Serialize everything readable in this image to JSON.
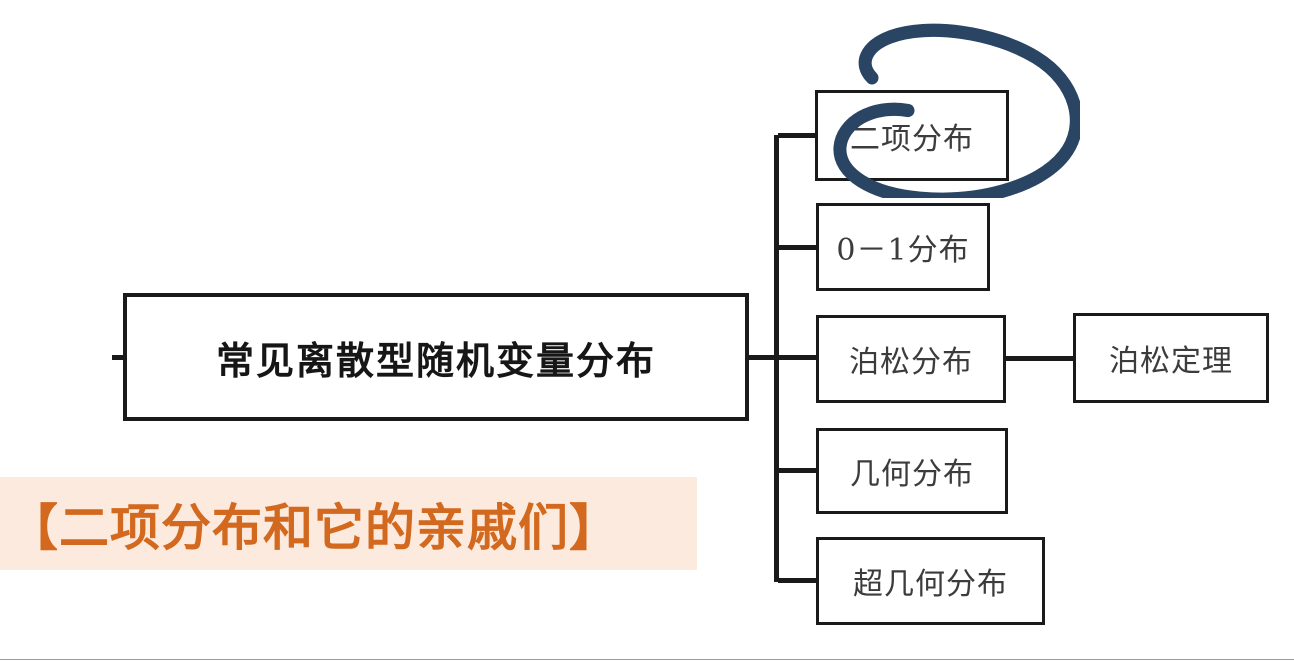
{
  "slide": {
    "background_color": "#ffffff",
    "bottom_rule_color": "#9a9a9a"
  },
  "diagram": {
    "type": "tree-mindmap",
    "root": {
      "label": "常见离散型随机变量分布"
    },
    "children": [
      {
        "label": "二项分布",
        "highlighted": true
      },
      {
        "label": "0－1分布",
        "highlighted": false
      },
      {
        "label": "泊松分布",
        "highlighted": false
      },
      {
        "label": "几何分布",
        "highlighted": false
      },
      {
        "label": "超几何分布",
        "highlighted": false
      }
    ],
    "sub_nodes": [
      {
        "label": "泊松定理",
        "parent": "泊松分布"
      }
    ],
    "box_border_color": "#1a1a1a",
    "box_text_color": "#3c3c3c",
    "connector_color": "#1a1a1a"
  },
  "annotation": {
    "shape": "hand-drawn-ellipse",
    "target": "二项分布",
    "color": "#2a4463",
    "stroke_width": 12
  },
  "caption": {
    "text": "【二项分布和它的亲戚们】",
    "text_color": "#d2691e",
    "background_color": "#fceade"
  }
}
